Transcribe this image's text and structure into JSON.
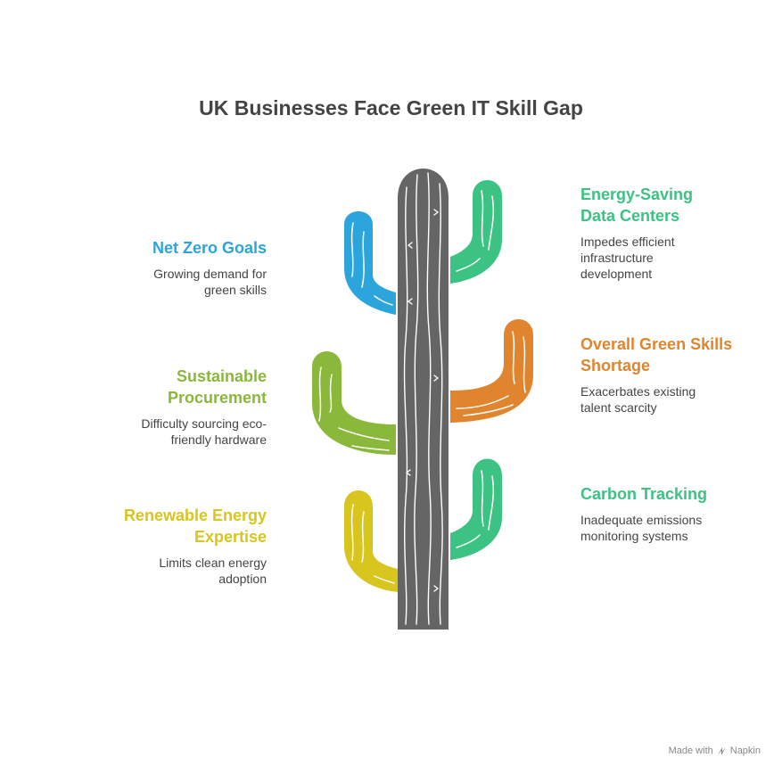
{
  "title": "UK Businesses Face Green IT Skill Gap",
  "items": [
    {
      "title": "Net Zero Goals",
      "description": "Growing demand for green skills",
      "color": "#2ba5dc"
    },
    {
      "title": "Sustainable Procurement",
      "description": "Difficulty sourcing eco-friendly hardware",
      "color": "#8ab83a"
    },
    {
      "title": "Renewable Energy Expertise",
      "description": "Limits clean energy adoption",
      "color": "#d8c51e"
    },
    {
      "title": "Energy-Saving Data Centers",
      "description": "Impedes efficient infrastructure development",
      "color": "#3cc283"
    },
    {
      "title": "Overall Green Skills Shortage",
      "description": "Exacerbates existing talent scarcity",
      "color": "#e0852e"
    },
    {
      "title": "Carbon Tracking",
      "description": "Inadequate emissions monitoring systems",
      "color": "#3cc283"
    }
  ],
  "trunk_color": "#656565",
  "footer": {
    "made_with": "Made with",
    "brand": "Napkin"
  }
}
